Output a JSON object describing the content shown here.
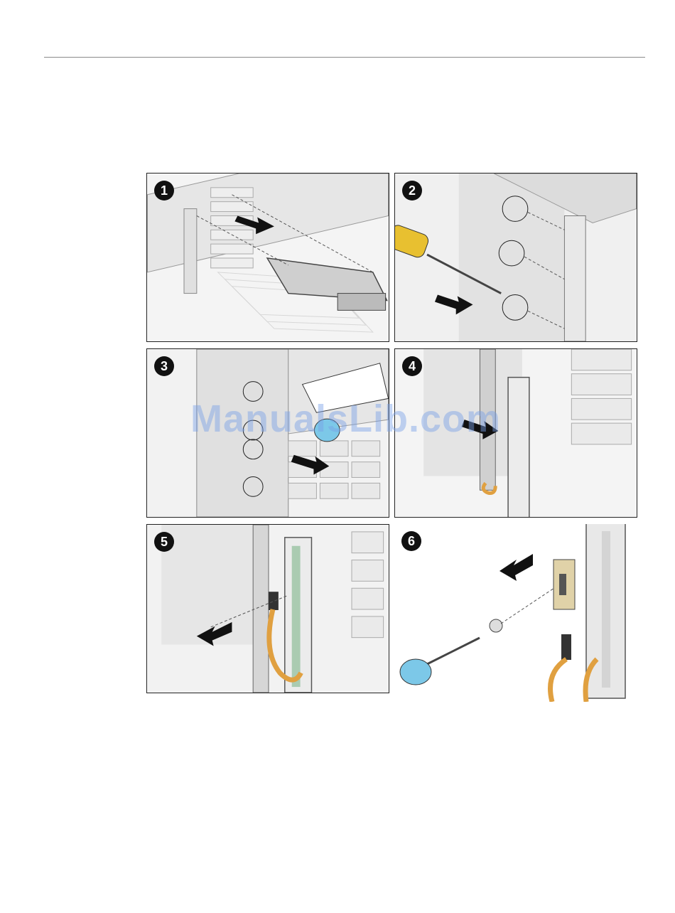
{
  "figure": {
    "panels": [
      {
        "step": "1",
        "depicts": "drive-removal"
      },
      {
        "step": "2",
        "depicts": "screw-removal-screwdriver"
      },
      {
        "step": "3",
        "depicts": "screw-removal-front"
      },
      {
        "step": "4",
        "depicts": "bracket-removal"
      },
      {
        "step": "5",
        "depicts": "cable-disconnect"
      },
      {
        "step": "6",
        "depicts": "board-removal"
      }
    ]
  },
  "watermark": "ManualsLib.com",
  "colors": {
    "outline": "#222222",
    "metal": "#d8d8d8",
    "cable": "#e0a040",
    "screwdriver_yellow": "#e8c030",
    "screwdriver_blue": "#7cc8e8",
    "watermark": "#78a0e6"
  }
}
